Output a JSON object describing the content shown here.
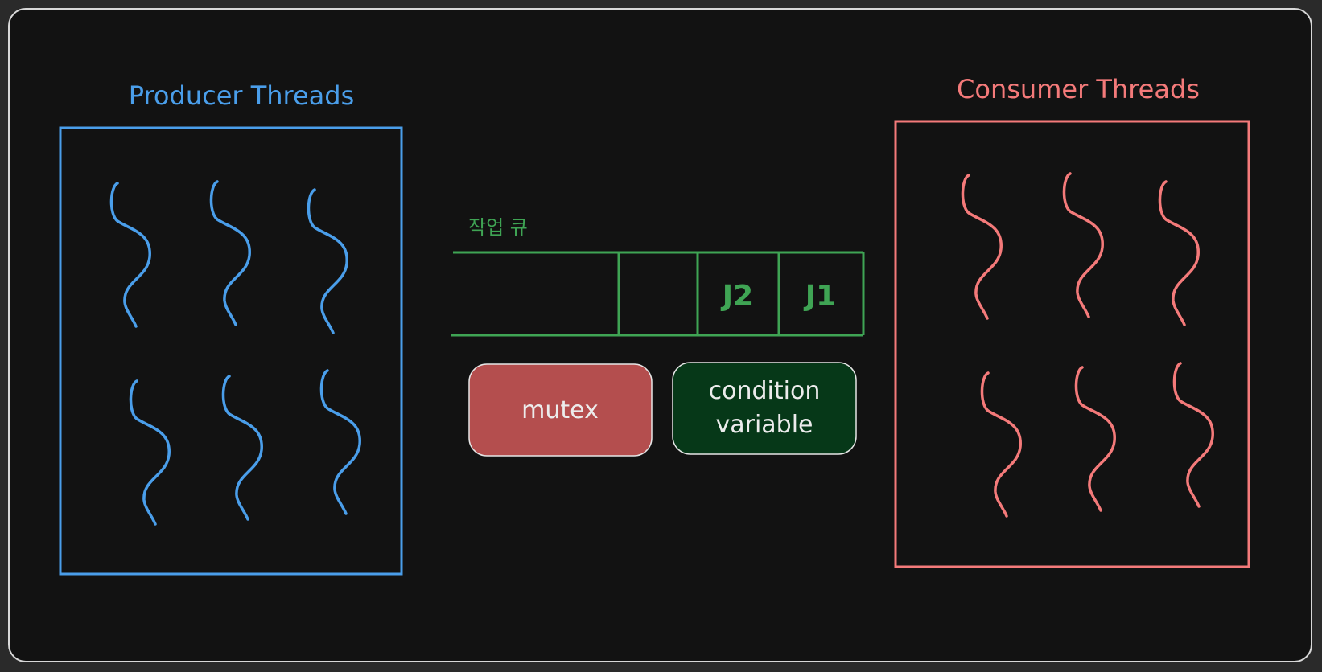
{
  "producer": {
    "title": "Producer Threads",
    "color": "#4a9eea",
    "thread_count": 6
  },
  "consumer": {
    "title": "Consumer Threads",
    "color": "#f47a7a",
    "thread_count": 6
  },
  "queue": {
    "title": "작업 큐",
    "color": "#3fa454",
    "slots": [
      "",
      "",
      "J2",
      "J1"
    ]
  },
  "mutex": {
    "label": "mutex",
    "fill": "#b44e4e"
  },
  "condition_variable": {
    "label_line1": "condition",
    "label_line2": "variable",
    "fill": "#063818"
  },
  "colors": {
    "background": "#121212",
    "frame": "#d8d8d8",
    "box_text": "#ececec"
  }
}
